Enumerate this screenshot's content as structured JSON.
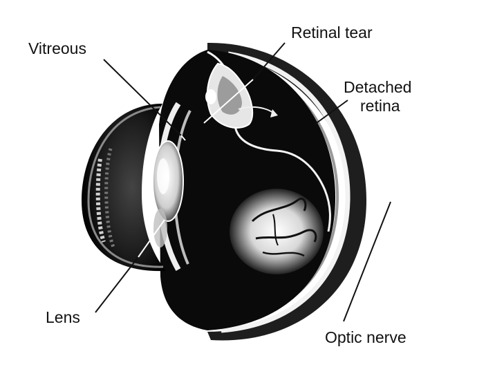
{
  "labels": {
    "vitreous": "Vitreous",
    "retinal_tear": "Retinal tear",
    "detached_line1": "Detached",
    "detached_line2": "retina",
    "lens": "Lens",
    "optic_nerve": "Optic nerve"
  },
  "colors": {
    "ink": "#111111",
    "background": "#ffffff"
  }
}
